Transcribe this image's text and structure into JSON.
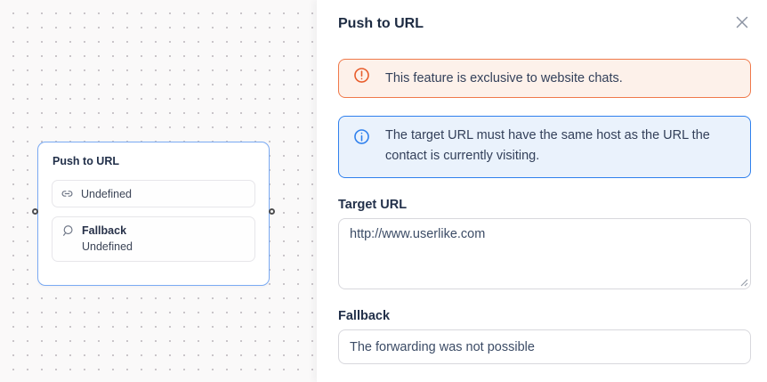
{
  "canvas": {
    "node": {
      "title": "Push to URL",
      "target_row": {
        "icon": "link-icon",
        "label": "Undefined"
      },
      "fallback_row": {
        "icon": "chat-bubble-icon",
        "label": "Fallback",
        "value": "Undefined"
      }
    }
  },
  "panel": {
    "title": "Push to URL",
    "close_icon": "close-icon",
    "alerts": [
      {
        "type": "warning",
        "icon": "exclamation-circle-icon",
        "text": "This feature is exclusive to website chats."
      },
      {
        "type": "info",
        "icon": "info-circle-icon",
        "text": "The target URL must have the same host as the URL the contact is currently visiting."
      }
    ],
    "target_url": {
      "label": "Target URL",
      "value": "http://www.userlike.com"
    },
    "fallback": {
      "label": "Fallback",
      "value": "The forwarding was not possible"
    }
  },
  "colors": {
    "warning_border": "#f0794a",
    "warning_bg": "#fdf1ea",
    "warning_icon": "#e85c2b",
    "info_border": "#2f80ed",
    "info_bg": "#eaf2fc",
    "info_icon": "#2f80ed",
    "node_border": "#7aaaf3",
    "text_dark": "#22304a",
    "canvas_bg": "#faf9f9"
  }
}
